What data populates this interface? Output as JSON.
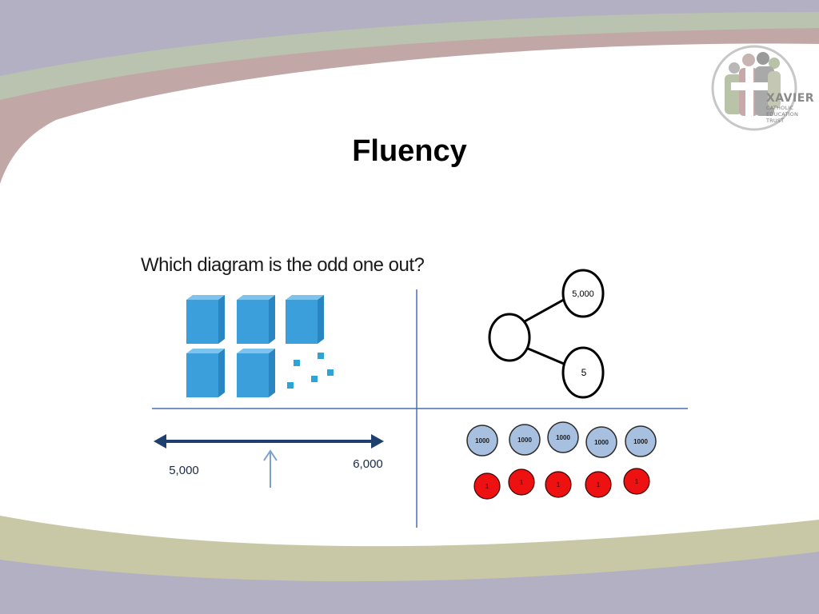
{
  "slide": {
    "title": "Fluency",
    "question": "Which diagram is the odd one out?"
  },
  "logo": {
    "name": "XAVIER",
    "line1": "CATHOLIC",
    "line2": "EDUCATION",
    "line3": "TRUST"
  },
  "base_ten": {
    "thousand_blocks": 5,
    "ones_squares": 5
  },
  "part_whole": {
    "whole": "",
    "part_top": "5,000",
    "part_bottom": "5"
  },
  "number_line": {
    "start_label": "5,000",
    "end_label": "6,000",
    "arrow_fraction": 0.5
  },
  "place_value_counters": {
    "thousands_label": "1000",
    "thousands_count": 5,
    "ones_label": "1",
    "ones_count": 5
  },
  "colors": {
    "band_purple": "#b3b0c4",
    "band_green": "#b9c3b0",
    "band_pink": "#c2a7a7",
    "band_khaki": "#c9c8a6",
    "grid_line": "#4a6fb0",
    "cube_blue": "#3b9fdc",
    "counter_blue": "#a8c0e0",
    "counter_red": "#ee1111",
    "number_line": "#1f3f6e",
    "pointer": "#7a9fd0"
  }
}
